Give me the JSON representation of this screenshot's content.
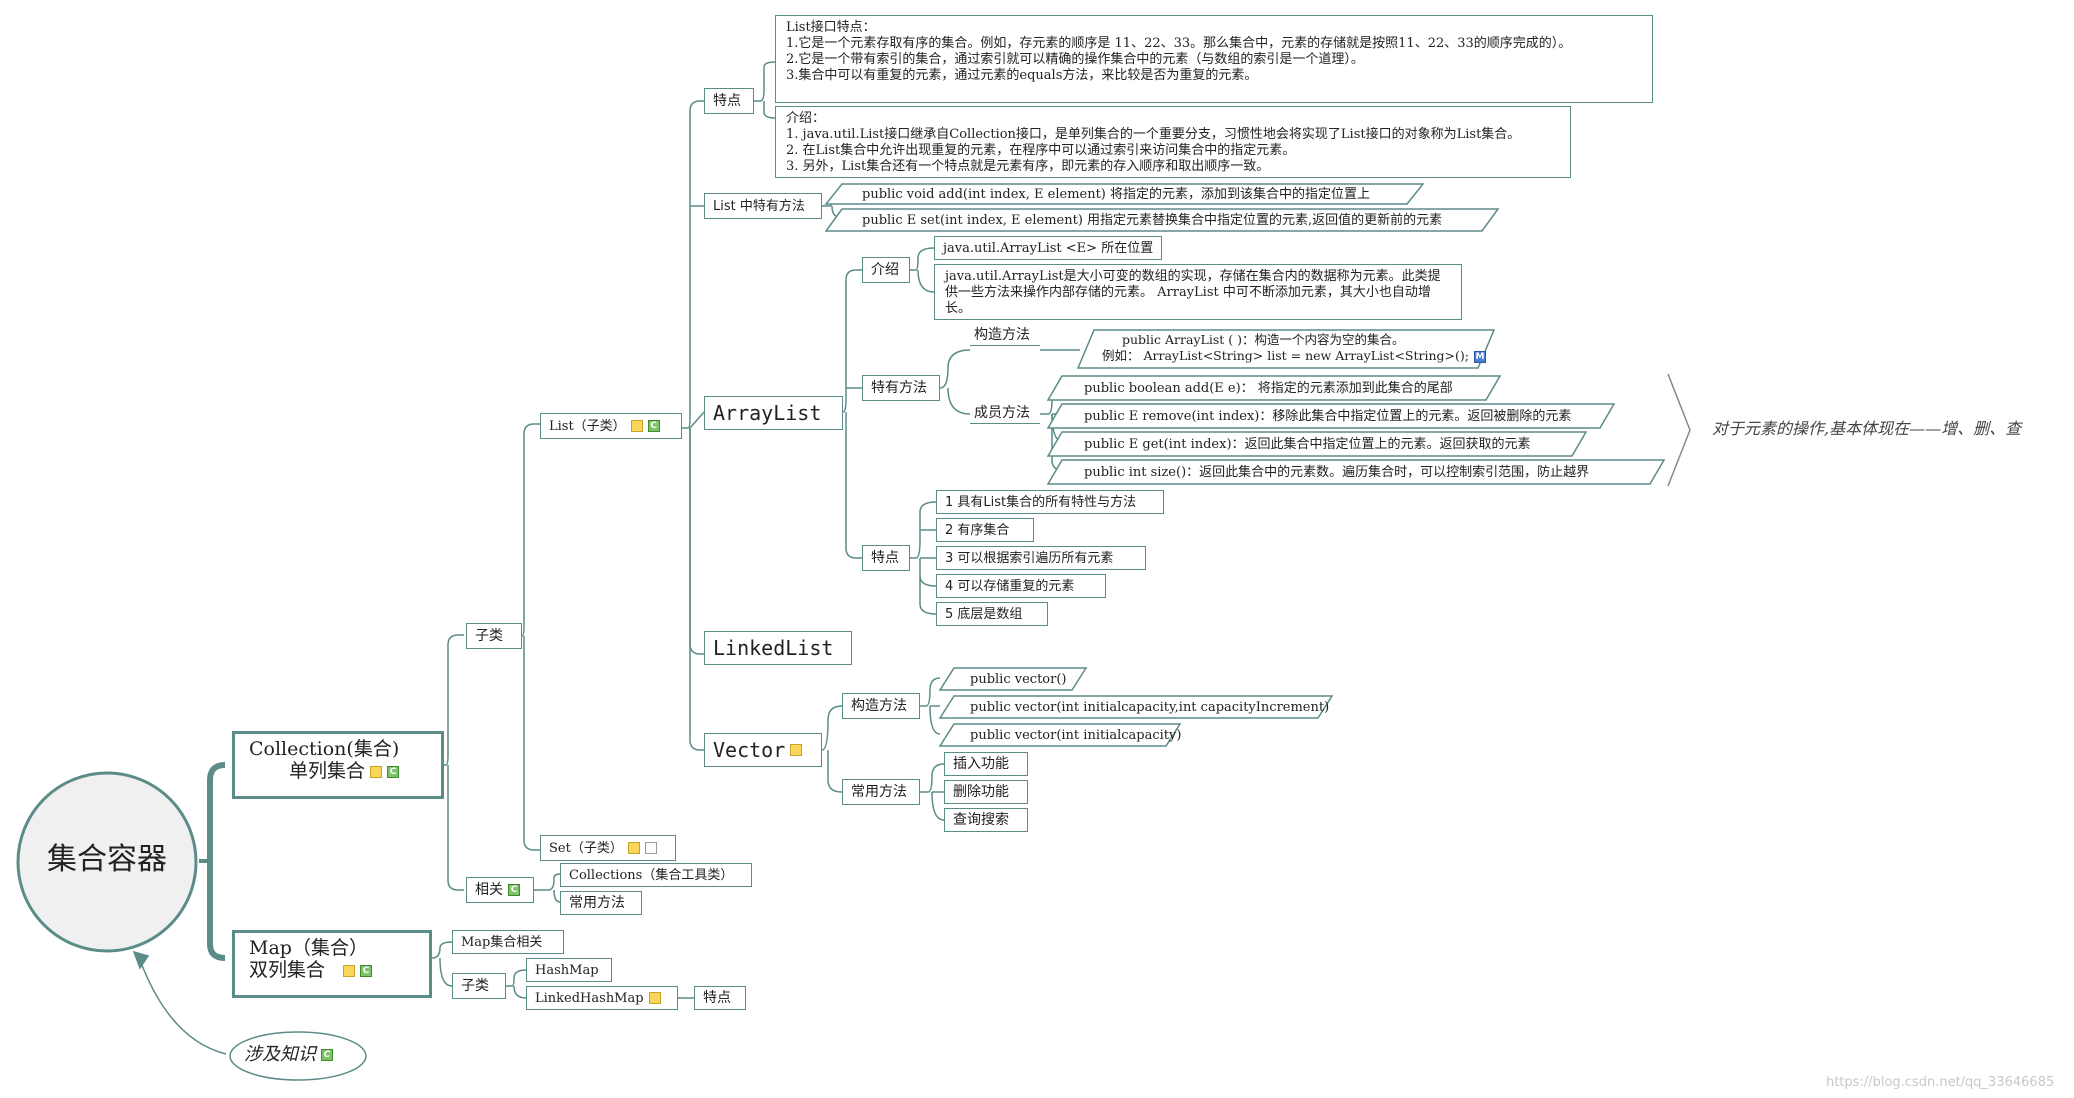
{
  "root": "集合容器",
  "related_knowledge": "涉及知识",
  "collection": {
    "line1": "Collection(集合)",
    "line2": "单列集合"
  },
  "map": {
    "line1": "Map（集合）",
    "line2": "双列集合"
  },
  "subclasses": "子类",
  "related": "相关",
  "list": "List（子类）",
  "set": "Set（子类）",
  "collections_tool": "Collections（集合工具类）",
  "common_methods": "常用方法",
  "features": "特点",
  "list_features_box": [
    "List接口特点：",
    "1.它是一个元素存取有序的集合。例如，存元素的顺序是 11、22、33。那么集合中，元素的存储就是按照11、22、33的顺序完成的）。",
    "2.它是一个带有索引的集合，通过索引就可以精确的操作集合中的元素（与数组的索引是一个道理）。",
    "3.集合中可以有重复的元素，通过元素的equals方法，来比较是否为重复的元素。"
  ],
  "list_intro_box": [
    "介绍：",
    "1. java.util.List接口继承自Collection接口，是单列集合的一个重要分支，习惯性地会将实现了List接口的对象称为List集合。",
    "2. 在List集合中允许出现重复的元素，在程序中可以通过索引来访问集合中的指定元素。",
    "3. 另外，List集合还有一个特点就是元素有序，即元素的存入顺序和取出顺序一致。"
  ],
  "list_special_methods": "List 中特有方法",
  "list_method_add": "public void add(int index, E element)    将指定的元素，添加到该集合中的指定位置上",
  "list_method_set": "public E set(int index, E element)    用指定元素替换集合中指定位置的元素,返回值的更新前的元素",
  "arraylist": "ArrayList",
  "intro": "介绍",
  "arraylist_location": "java.util.ArrayList <E>  所在位置",
  "arraylist_desc": "java.util.ArrayList是大小可变的数组的实现，存储在集合内的数据称为元素。此类提供一些方法来操作内部存储的元素。 ArrayList 中可不断添加元素，其大小也自动增长。",
  "special_methods": "特有方法",
  "constructor": "构造方法",
  "member_methods": "成员方法",
  "arraylist_ctor_1": "public ArrayList ( )：构造一个内容为空的集合。",
  "arraylist_ctor_2": "例如：  ArrayList<String> list = new ArrayList<String>();",
  "member_list": [
    "public boolean add(E    e)：  将指定的元素添加到此集合的尾部",
    "public E remove(int index)：移除此集合中指定位置上的元素。返回被删除的元素",
    "public E get(int index)：返回此集合中指定位置上的元素。返回获取的元素",
    "public int size()：返回此集合中的元素数。遍历集合时，可以控制索引范围，防止越界"
  ],
  "crud_note": "对于元素的操作,基本体现在——增、删、查",
  "arraylist_features": [
    "1  具有List集合的所有特性与方法",
    "2  有序集合",
    "3  可以根据索引遍历所有元素",
    "4  可以存储重复的元素",
    "5  底层是数组"
  ],
  "linkedlist": "LinkedList",
  "vector": "Vector",
  "vector_ctor": [
    "public vector()",
    "public vector(int initialcapacity,int capacityIncrement)",
    "public vector(int initialcapacity)"
  ],
  "vector_common": [
    "插入功能",
    "删除功能",
    "查询搜索"
  ],
  "map_related": "Map集合相关",
  "hashmap": "HashMap",
  "linkedhashmap": "LinkedHashMap",
  "watermark": "https://blog.csdn.net/qq_33646685",
  "colors": {
    "line": "#5b8c88",
    "root_fill": "#f0f0f0",
    "note": "#f7d65a",
    "c_icon": "#7ec26a"
  }
}
